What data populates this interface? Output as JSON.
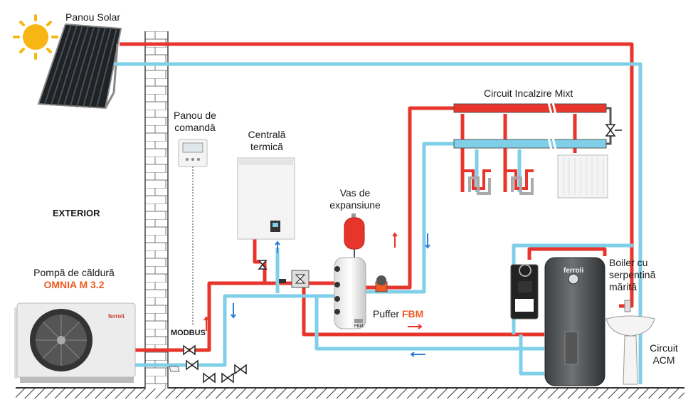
{
  "labels": {
    "solar_panel": "Panou Solar",
    "control_panel_l1": "Panou de",
    "control_panel_l2": "comandă",
    "boiler_unit_l1": "Centrală",
    "boiler_unit_l2": "termică",
    "expansion_l1": "Vas de",
    "expansion_l2": "expansiune",
    "heating_circuit": "Circuit Incalzire Mixt",
    "exterior": "EXTERIOR",
    "heat_pump_l1": "Pompă de căldură",
    "heat_pump_model": "OMNIA M 3.2",
    "modbus": "MODBUS",
    "puffer_prefix": "Puffer",
    "puffer_model": "FBM",
    "boiler_tank_l1": "Boiler cu",
    "boiler_tank_l2": "serpentină",
    "boiler_tank_l3": "mărită",
    "acm_l1": "Circuit",
    "acm_l2": "ACM",
    "brand_heatpump": "ferroli",
    "brand_tank": "ferroli",
    "brand_puffer": "FBM"
  },
  "colors": {
    "hot_pipe": "#e8352b",
    "cold_pipe": "#7fcfe9",
    "accent": "#f15a22",
    "wall": "#ffffff",
    "tank": "#5a5d60",
    "ground": "#333333"
  }
}
